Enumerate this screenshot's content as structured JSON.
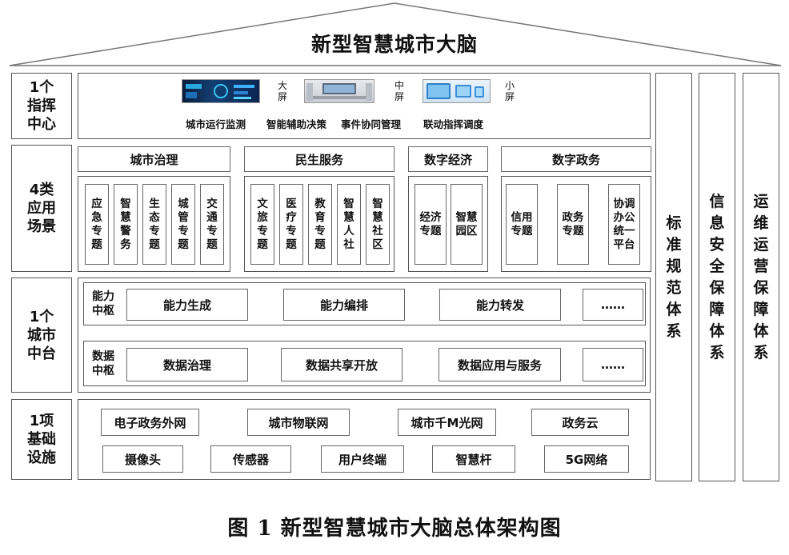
{
  "title": "新型智慧城市大脑",
  "caption": "图 1    新型智慧城市大脑总体架构图",
  "rows": {
    "command": "1个\n指挥\n中心",
    "apps": "4类\n应用\n场景",
    "platform": "1个\n城市\n中台",
    "infra": "1项\n基础\n设施"
  },
  "command_center": {
    "screens": [
      "大\n屏",
      "中\n屏",
      "小\n屏"
    ],
    "functions": [
      "城市运行监测",
      "智能辅助决策",
      "事件协同管理",
      "联动指挥调度"
    ]
  },
  "scenarios": {
    "categories": [
      "城市治理",
      "民生服务",
      "数字经济",
      "数字政务"
    ],
    "urban_governance": [
      "应\n急\n专\n题",
      "智\n慧\n警\n务",
      "生\n态\n专\n题",
      "城\n管\n专\n题",
      "交\n通\n专\n题"
    ],
    "livelihood": [
      "文\n旅\n专\n题",
      "医\n疗\n专\n题",
      "教\n育\n专\n题",
      "智\n慧\n人\n社",
      "智\n慧\n社\n区"
    ],
    "economy": [
      "经济\n专题",
      "智慧\n园区"
    ],
    "gov_affairs": [
      "信用\n专题",
      "政务\n专题",
      "协调\n办公\n统一\n平台"
    ]
  },
  "platform": {
    "ability_label": "能力\n中枢",
    "ability_items": [
      "能力生成",
      "能力编排",
      "能力转发",
      "……"
    ],
    "data_label": "数据\n中枢",
    "data_items": [
      "数据治理",
      "数据共享开放",
      "数据应用与服务",
      "……"
    ]
  },
  "infrastructure": {
    "row1": [
      "电子政务外网",
      "城市物联网",
      "城市千M光网",
      "政务云"
    ],
    "row2": [
      "摄像头",
      "传感器",
      "用户终端",
      "智慧杆",
      "5G网络"
    ]
  },
  "side_pillars": [
    "标\n准\n规\n范\n体\n系",
    "信\n息\n安\n全\n保\n障\n体\n系",
    "运\n维\n运\n营\n保\n障\n体\n系"
  ]
}
